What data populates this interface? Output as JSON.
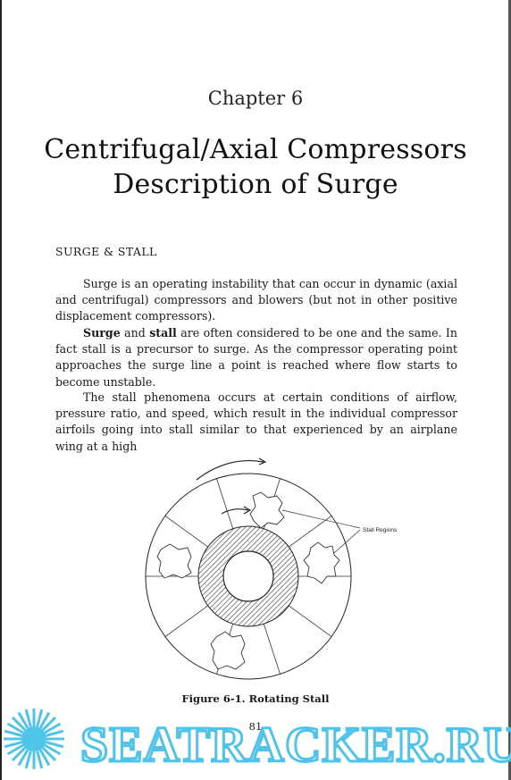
{
  "chapter": "Chapter 6",
  "title_line1": "Centrifugal/Axial Compressors",
  "title_line2": "Description of Surge",
  "section_heading": "SURGE & STALL",
  "paragraphs": {
    "p1": "Surge is an operating instability that can occur in dynamic (axial and centrifugal) compressors and blowers (but not in other positive displacement compressors).",
    "p2_term1": "Surge",
    "p2_and": " and ",
    "p2_term2": "stall",
    "p2_rest": " are often considered to be one and the same. In fact stall is a precursor to surge. As the compressor operating point approaches the surge line a point is reached where flow starts to become unstable.",
    "p3": "The stall phenomena occurs at certain conditions of airflow, pressure ratio, and speed, which result in the individual compressor airfoils going into stall similar to that experienced by an airplane wing at a high"
  },
  "figure": {
    "label": "Stall Regions",
    "caption": "Figure 6-1. Rotating Stall"
  },
  "page_number": "81",
  "watermark": {
    "text": "SEATRACKER.RU",
    "color": "#4fc3e8"
  }
}
